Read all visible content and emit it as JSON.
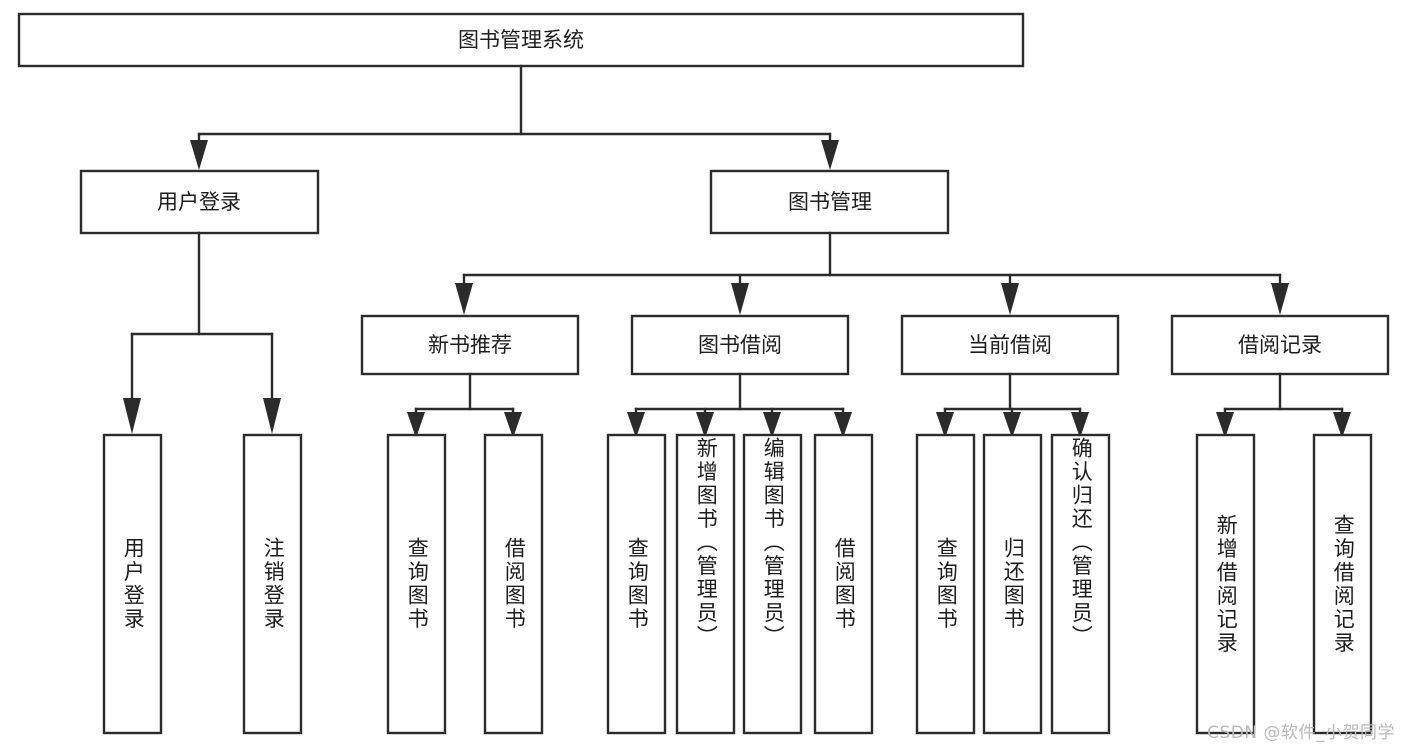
{
  "diagram": {
    "type": "tree-hierarchy-diagram",
    "title": "图书管理系统",
    "orientation": "top-down",
    "colors": {
      "stroke": "#2b2b2b",
      "fill": "#ffffff",
      "text": "#1d1d1d",
      "watermark": "#b9b9b9",
      "background": "#ffffff"
    },
    "root": {
      "label": "图书管理系统"
    },
    "level2": [
      {
        "label": "用户登录"
      },
      {
        "label": "图书管理"
      }
    ],
    "level3": [
      {
        "label": "新书推荐"
      },
      {
        "label": "图书借阅"
      },
      {
        "label": "当前借阅"
      },
      {
        "label": "借阅记录"
      }
    ],
    "leaves": {
      "user_login": [
        {
          "label": "用户登录"
        },
        {
          "label": "注销登录"
        }
      ],
      "new_book_recommend": [
        {
          "label": "查询图书"
        },
        {
          "label": "借阅图书"
        }
      ],
      "book_borrow": [
        {
          "label": "查询图书"
        },
        {
          "label": "新增图书（管理员）"
        },
        {
          "label": "编辑图书（管理员）"
        },
        {
          "label": "借阅图书"
        }
      ],
      "current_borrow": [
        {
          "label": "查询图书"
        },
        {
          "label": "归还图书"
        },
        {
          "label": "确认归还（管理员）"
        }
      ],
      "borrow_records": [
        {
          "label": "新增借阅记录"
        },
        {
          "label": "查询借阅记录"
        }
      ]
    }
  },
  "watermark": {
    "text": "CSDN @软件_小贺同学"
  }
}
